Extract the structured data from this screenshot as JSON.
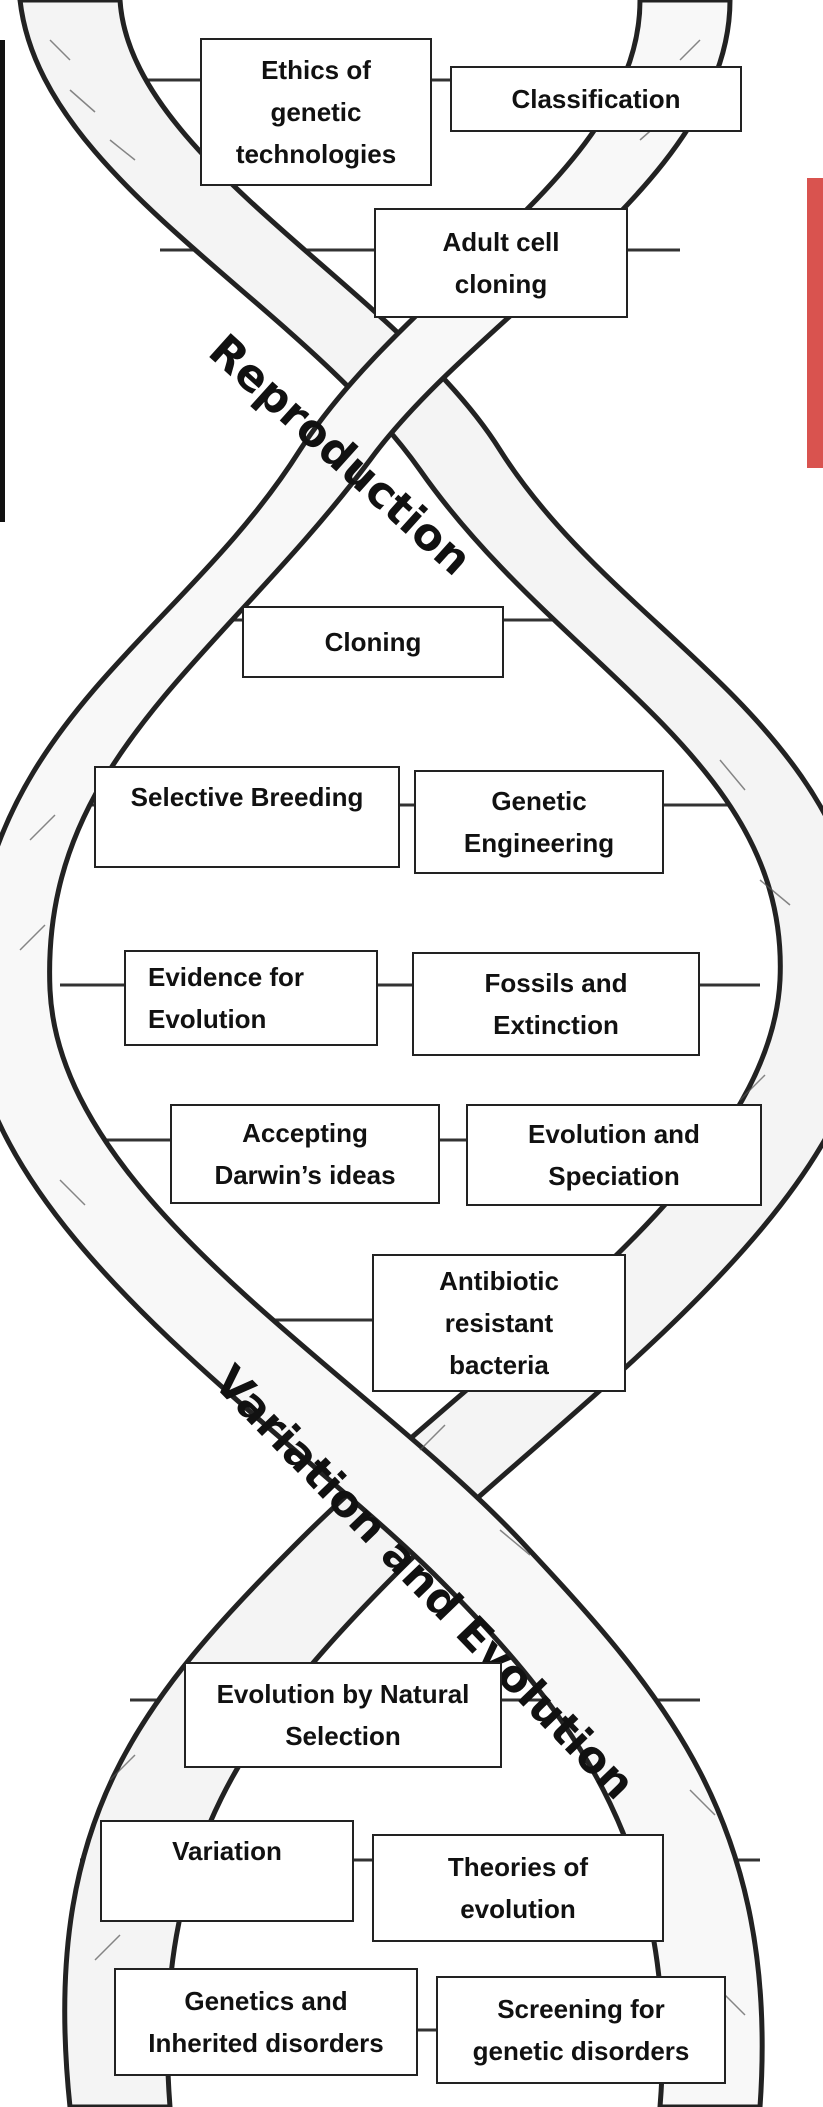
{
  "strand_labels": {
    "upper": "Reproduction",
    "lower": "Variation and Evolution"
  },
  "topics": [
    {
      "id": "ethics",
      "label": "Ethics of\ngenetic\ntechnologies"
    },
    {
      "id": "classification",
      "label": "Classification"
    },
    {
      "id": "adult-cell-cloning",
      "label": "Adult cell\ncloning"
    },
    {
      "id": "cloning",
      "label": "Cloning"
    },
    {
      "id": "selective-breeding",
      "label": "Selective Breeding"
    },
    {
      "id": "genetic-engineering",
      "label": "Genetic\nEngineering"
    },
    {
      "id": "evidence-for-evolution",
      "label": "Evidence for\nEvolution"
    },
    {
      "id": "fossils-and-extinction",
      "label": "Fossils and\nExtinction"
    },
    {
      "id": "accepting-darwins-ideas",
      "label": "Accepting\nDarwin’s ideas"
    },
    {
      "id": "evolution-and-speciation",
      "label": "Evolution and\nSpeciation"
    },
    {
      "id": "antibiotic-resistant-bacteria",
      "label": "Antibiotic\nresistant\nbacteria"
    },
    {
      "id": "evolution-by-natural-selection",
      "label": "Evolution by Natural\nSelection"
    },
    {
      "id": "variation",
      "label": "Variation"
    },
    {
      "id": "theories-of-evolution",
      "label": "Theories of\nevolution"
    },
    {
      "id": "genetics-and-inherited-disorders",
      "label": "Genetics and\nInherited disorders"
    },
    {
      "id": "screening-for-genetic-disorders",
      "label": "Screening for\ngenetic disorders"
    }
  ],
  "colors": {
    "ink": "#222222",
    "edge_tab": "#d9534f"
  }
}
